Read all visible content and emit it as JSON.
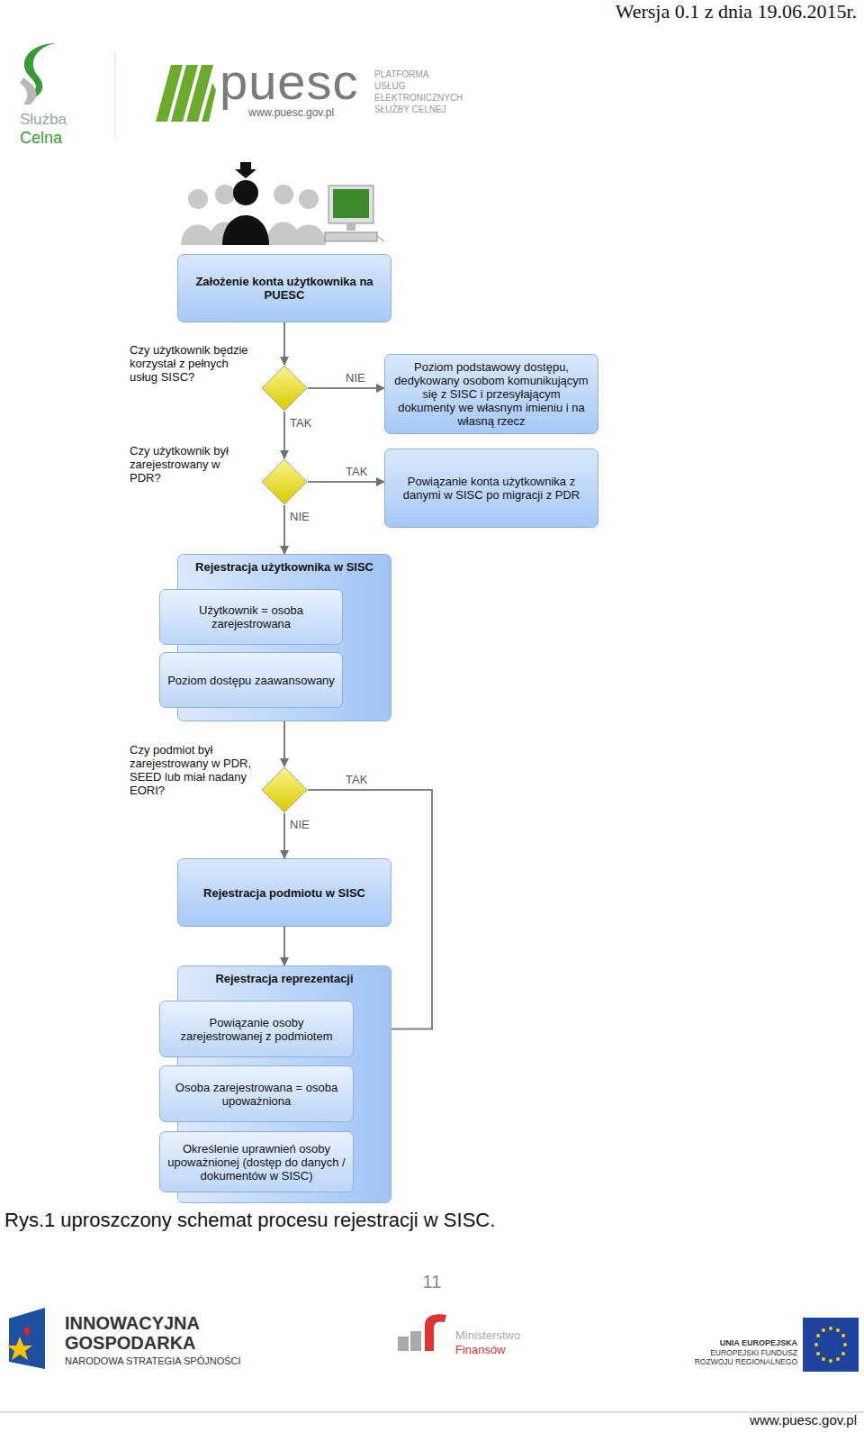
{
  "diagram": {
    "caption": "Rys.1 uproszczony schemat procesu rejestracji w SISC.",
    "nodes": [
      {
        "text": [
          "Założenie konta użytkownika na PUESC"
        ]
      },
      {
        "text": [
          "Czy użytkownik będzie korzystał z pełnych usług SISC?"
        ]
      },
      {
        "text": [
          "Poziom podstawowy dostępu, dedykowany osobom komunikującym się z SISC i przesyłającym dokumenty we własnym imieniu i na własną rzecz"
        ]
      },
      {
        "text": [
          "Czy użytkownik był zarejestrowany w PDR?"
        ]
      },
      {
        "text": [
          "Powiązanie konta użytkownika z danymi w SISC po migracji z PDR"
        ]
      },
      {
        "text": [
          "Rejestracja użytkownika w SISC"
        ]
      },
      {
        "text": [
          "Użytkownik = osoba zarejestrowana"
        ],
        "in": 5
      },
      {
        "text": [
          "Poziom dostępu zaawansowany"
        ],
        "in": 5
      },
      {
        "text": [
          "Czy podmiot był zarejestrowany w PDR, SEED lub miał nadany EORI?"
        ]
      },
      {
        "text": [
          "Rejestracja podmiotu w SISC"
        ]
      },
      {
        "text": [
          "Rejestracja reprezentacji"
        ]
      },
      {
        "text": [
          "Powiązanie osoby zarejestrowanej z podmiotem"
        ],
        "in": 10
      },
      {
        "text": [
          "Osoba zarejestrowana = osoba upoważniona"
        ],
        "in": 10
      },
      {
        "text": [
          "Określenie uprawnień osoby upoważnionej (dostęp do danych / dokumentów w SISC)"
        ],
        "in": 10
      }
    ],
    "edges": [
      {
        "from": 0,
        "to": 1,
        "arrow": "to"
      },
      {
        "from": 1,
        "to": 2,
        "label": "NIE",
        "arrow": "to"
      },
      {
        "from": 1,
        "to": 3,
        "label": "TAK",
        "arrow": "to"
      },
      {
        "from": 3,
        "to": 4,
        "label": "TAK",
        "arrow": "to"
      },
      {
        "from": 3,
        "to": 5,
        "label": "NIE",
        "arrow": "to"
      },
      {
        "from": 5,
        "to": 8,
        "arrow": "to"
      },
      {
        "from": 8,
        "to": 11,
        "label": "TAK",
        "arrow": "to"
      },
      {
        "from": 8,
        "to": 9,
        "label": "NIE",
        "arrow": "to"
      },
      {
        "from": 9,
        "to": 10,
        "arrow": "to"
      }
    ],
    "labels": [
      "Wersja 0.1 z dnia 19.06.2015r.",
      "Służba",
      "Celna",
      "puesc",
      "www.puesc.gov.pl",
      "PLATFORMA USŁUG ELEKTRONICZNYCH SŁUŻBY CELNEJ",
      "11",
      "INNOWACYJNA",
      "GOSPODARKA",
      "NARODOWA STRATEGIA SPÓJNOŚCI",
      "Ministerstwo",
      "Finansów",
      "UNIA EUROPEJSKA",
      "EUROPEJSKI FUNDUSZ ROZWOJU REGIONALNEGO",
      "www.puesc.gov.pl"
    ]
  }
}
